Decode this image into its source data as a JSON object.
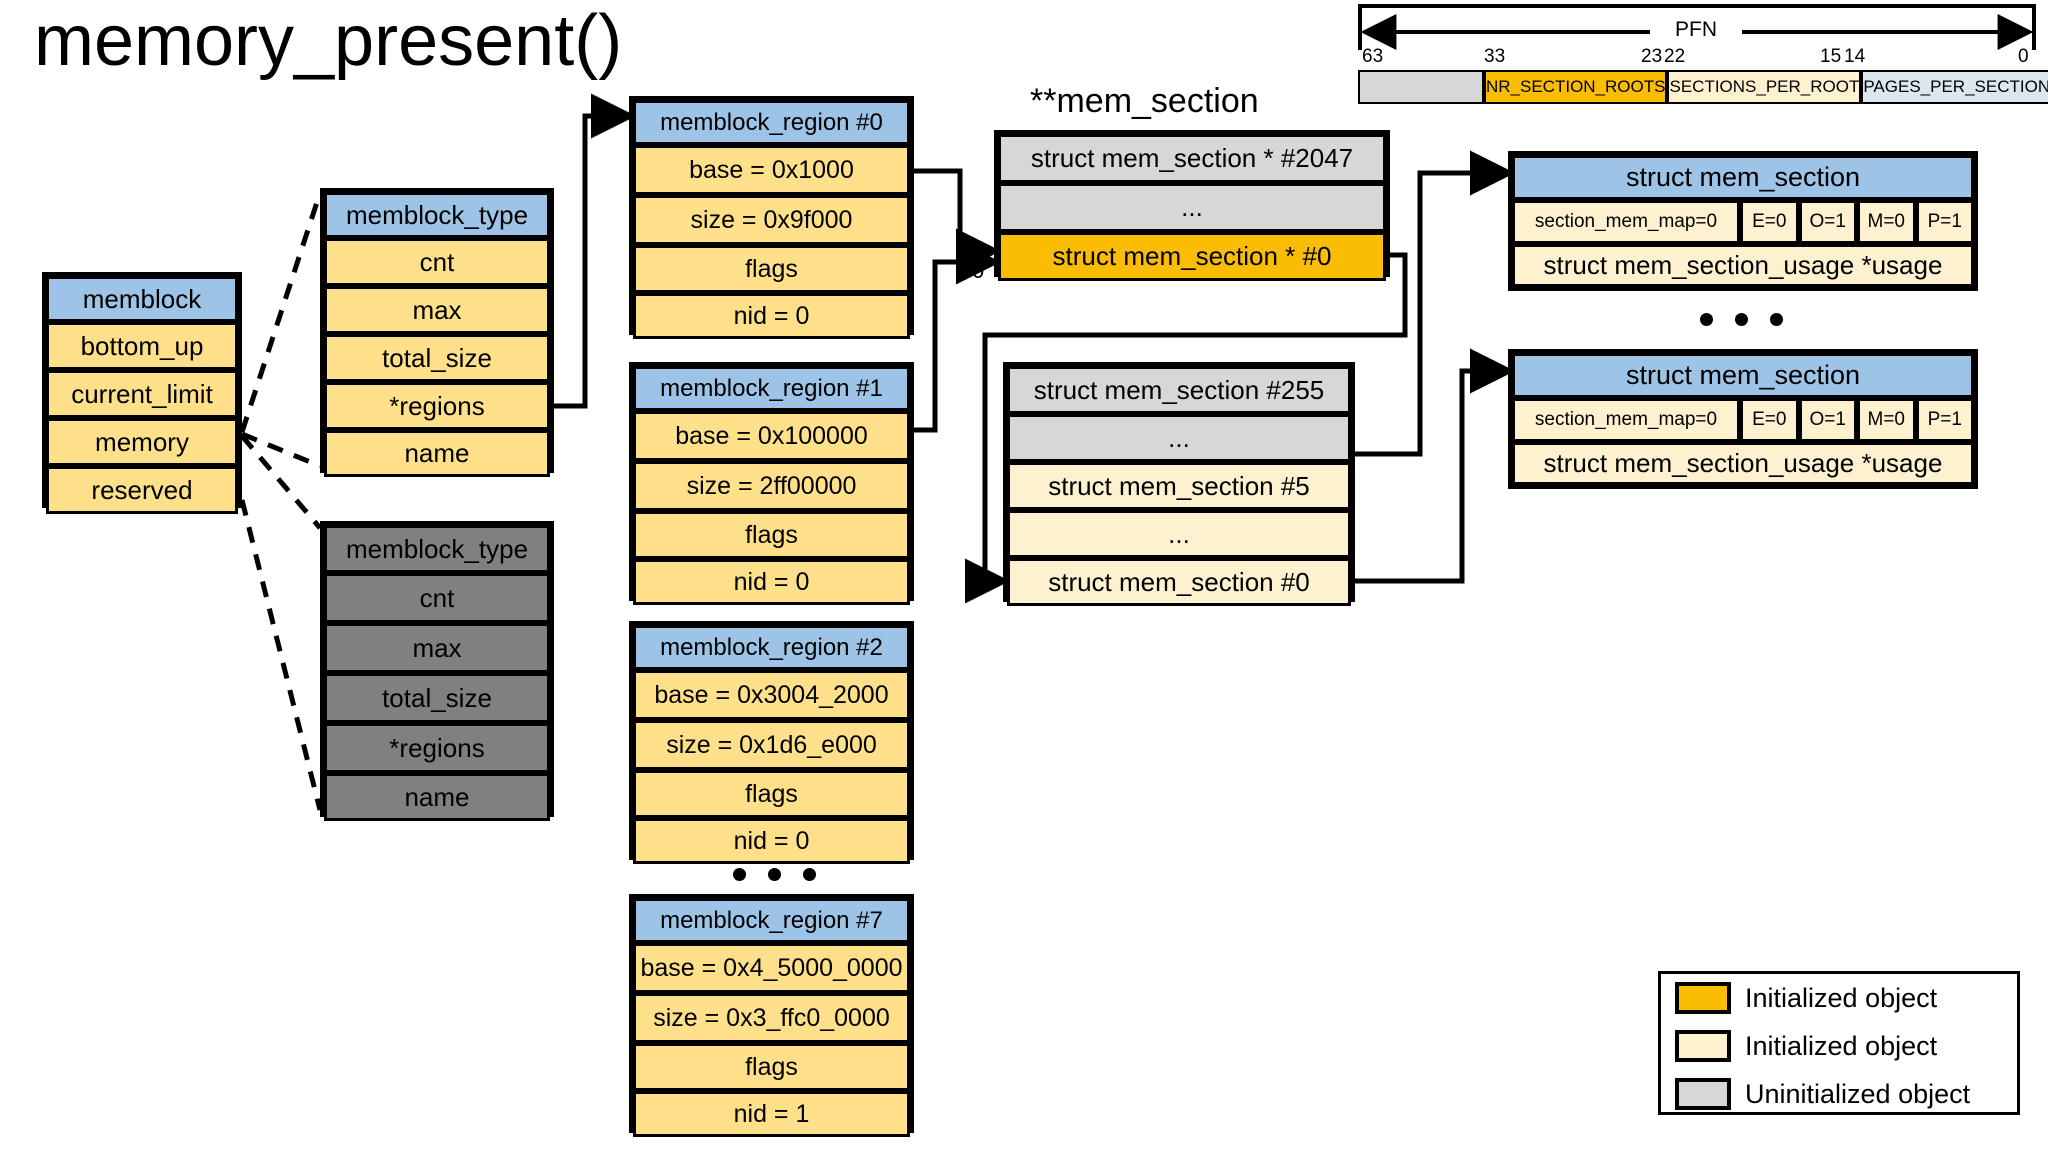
{
  "title": "memory_present()",
  "memblock": {
    "header": "memblock",
    "fields": [
      "bottom_up",
      "current_limit",
      "memory",
      "reserved"
    ]
  },
  "memblock_type_memory": {
    "header": "memblock_type",
    "fields": [
      "cnt",
      "max",
      "total_size",
      "*regions",
      "name"
    ]
  },
  "memblock_type_reserved": {
    "header": "memblock_type",
    "fields": [
      "cnt",
      "max",
      "total_size",
      "*regions",
      "name"
    ]
  },
  "regions": [
    {
      "header": "memblock_region #0",
      "base": "base = 0x1000",
      "size": "size = 0x9f000",
      "flags": "flags",
      "nid": "nid = 0"
    },
    {
      "header": "memblock_region #1",
      "base": "base = 0x100000",
      "size": "size = 2ff00000",
      "flags": "flags",
      "nid": "nid = 0"
    },
    {
      "header": "memblock_region #2",
      "base": "base = 0x3004_2000",
      "size": "size = 0x1d6_e000",
      "flags": "flags",
      "nid": "nid = 0"
    },
    {
      "header": "memblock_region #7",
      "base": "base = 0x4_5000_0000",
      "size": "size = 0x3_ffc0_0000",
      "flags": "flags",
      "nid": "nid = 1"
    }
  ],
  "mem_section_root": {
    "label": "**mem_section",
    "index_label": "0",
    "rows": [
      "struct mem_section * #2047",
      "...",
      "struct mem_section * #0"
    ]
  },
  "mem_section_array": {
    "rows": [
      "struct mem_section #255",
      "...",
      "struct mem_section #5",
      "...",
      "struct mem_section #0"
    ]
  },
  "mem_section_struct": {
    "header": "struct mem_section",
    "mem_map": "section_mem_map=0",
    "bits": [
      "E=0",
      "O=1",
      "M=0",
      "P=1"
    ],
    "usage": "struct mem_section_usage *usage"
  },
  "pfn": {
    "arrow_label": "PFN",
    "ticks": [
      "63",
      "33",
      "23",
      "22",
      "15",
      "14",
      "0"
    ],
    "cells": [
      {
        "label": "",
        "color": "#d7d7d7"
      },
      {
        "label": "NR_SECTION_ROOTS",
        "color": "#fbbc04"
      },
      {
        "label": "SECTIONS_PER_ROOT",
        "color": "#fdf1cf"
      },
      {
        "label": "PAGES_PER_SECTION",
        "color": "#dce6f1"
      }
    ]
  },
  "legend": [
    {
      "label": "Initialized object",
      "color": "#fbbc04"
    },
    {
      "label": "Initialized object",
      "color": "#fdf1cf"
    },
    {
      "label": "Uninitialized object",
      "color": "#d7d7d7"
    }
  ],
  "colors": {
    "header_blue": "#9dc3e6",
    "yellow": "#ffe08a",
    "cream": "#fdf1cf",
    "gray": "#d7d7d7",
    "dark_gray": "#808080",
    "orange": "#fbbc04",
    "outline": "#000000"
  }
}
